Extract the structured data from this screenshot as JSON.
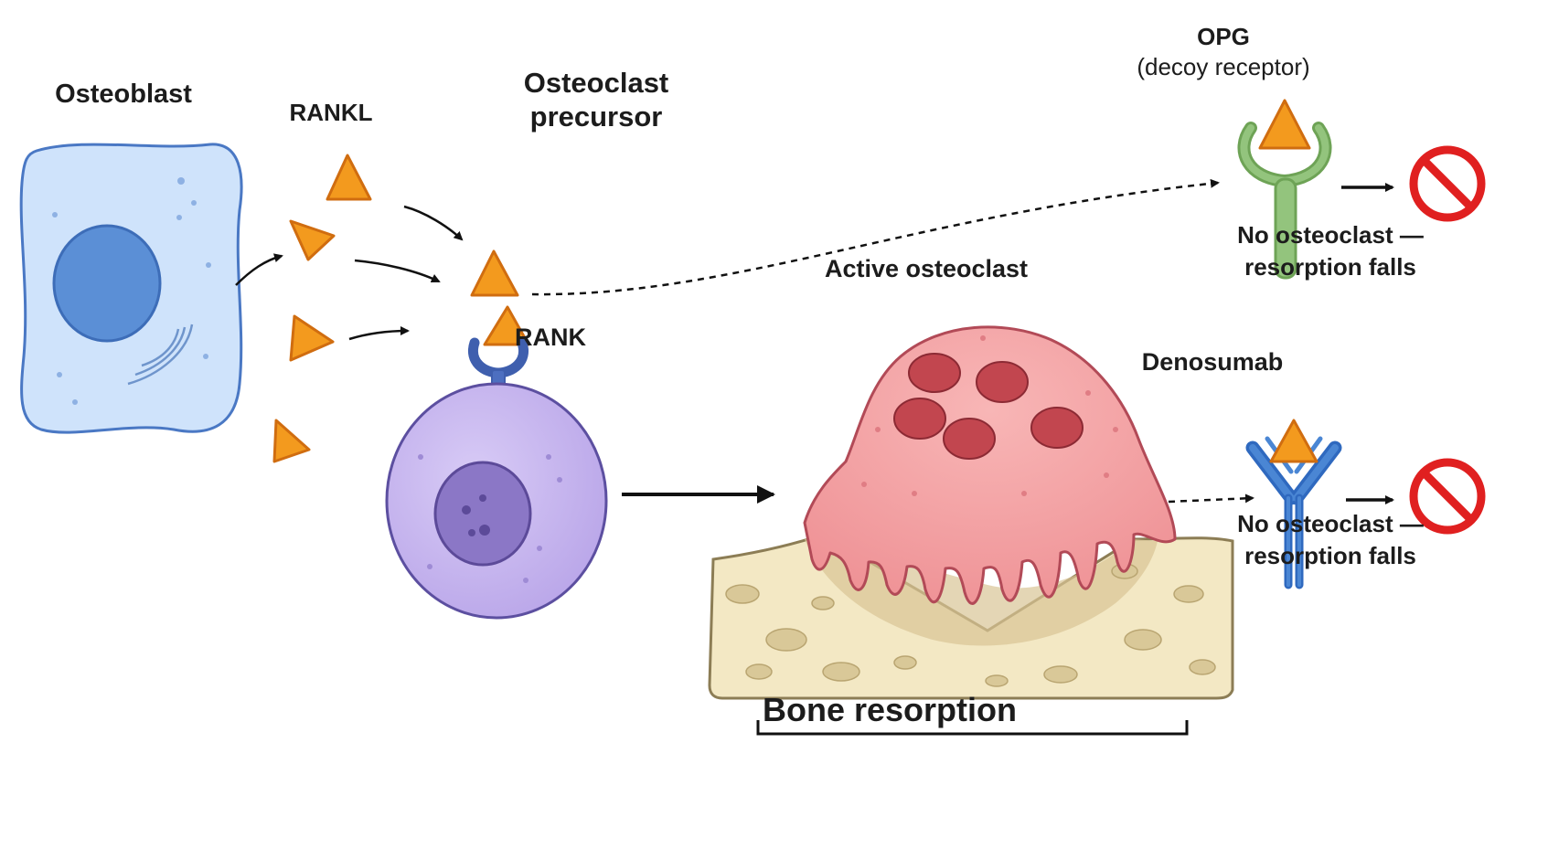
{
  "labels": {
    "osteoblast": "Osteoblast",
    "rankl": "RANKL",
    "precursor_line1": "Osteoclast",
    "precursor_line2": "precursor",
    "rank": "RANK",
    "active_osteoclast": "Active osteoclast",
    "opg_line1": "OPG",
    "opg_line2": "(decoy receptor)",
    "denosumab": "Denosumab",
    "no_osteoclast_opg_line1": "No osteoclast —",
    "no_osteoclast_opg_line2": "resorption falls",
    "no_osteoclast_deno_line1": "No osteoclast —",
    "no_osteoclast_deno_line2": "resorption falls",
    "bone_resorption": "Bone resorption"
  },
  "colors": {
    "osteoblast_fill": "#cfe3fb",
    "osteoblast_nucleus": "#5b8fd6",
    "rankl_triangle": "#f39a1e",
    "precursor_fill": "#c9b8ef",
    "precursor_nucleus": "#8b77c6",
    "rank_receptor": "#4d6fc0",
    "osteoclast_fill": "#f3a3a3",
    "osteoclast_nuclei": "#c2464f",
    "opg_receptor": "#93c47d",
    "denosumab_antibody": "#4a86d4",
    "bone_fill": "#f3e8c4",
    "no_symbol": "#e02020"
  },
  "icons": [
    "osteoblast-cell-icon",
    "rankl-triangle-icon",
    "rank-receptor-icon",
    "osteoclast-precursor-icon",
    "active-osteoclast-icon",
    "bone-matrix-icon",
    "opg-receptor-icon",
    "denosumab-antibody-icon",
    "no-symbol-icon"
  ]
}
